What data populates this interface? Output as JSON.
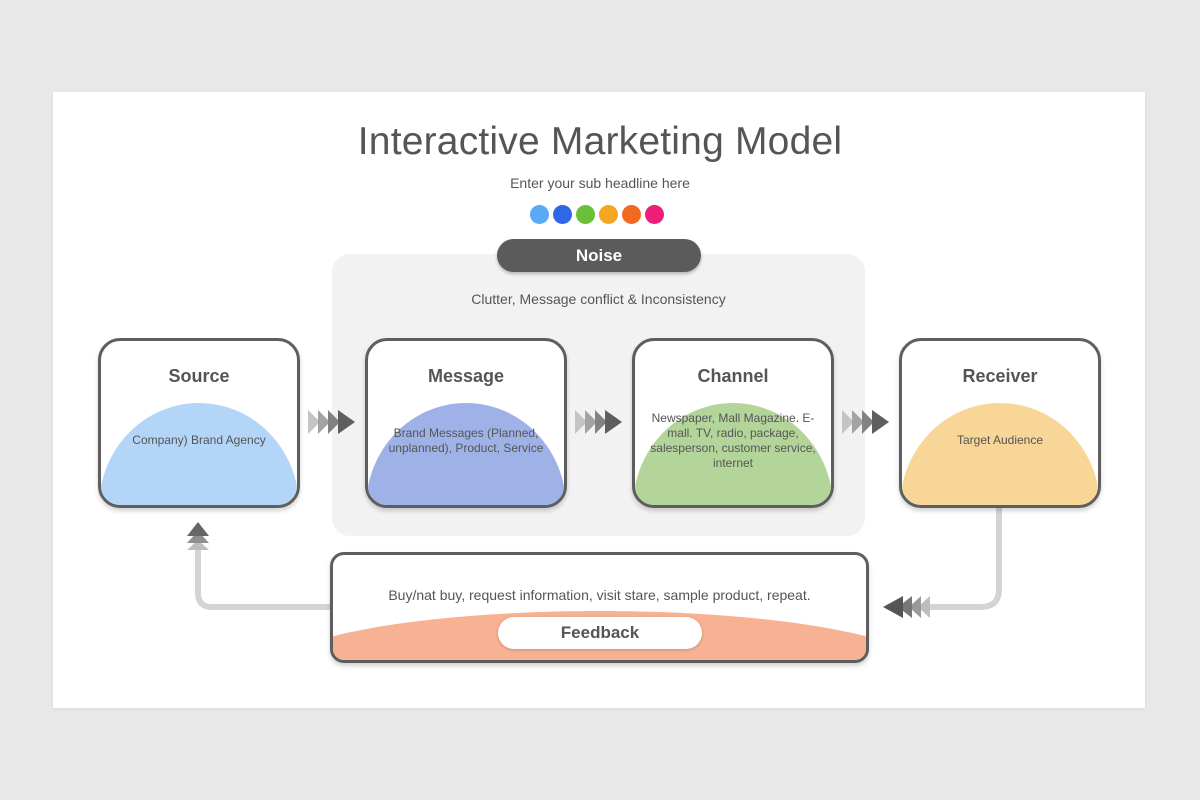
{
  "title": "Interactive Marketing Model",
  "subtitle": "Enter your sub headline here",
  "palette": [
    "#5aa9f5",
    "#2f67e8",
    "#6cbf3a",
    "#f5a623",
    "#f26a1f",
    "#ec1e7a"
  ],
  "noise": {
    "label": "Noise",
    "description": "Clutter, Message conflict & Inconsistency"
  },
  "nodes": [
    {
      "title": "Source",
      "text": "Company) Brand Agency",
      "color": "#b3d5f8"
    },
    {
      "title": "Message",
      "text": "Brand Messages (Planned, unplanned), Product, Service",
      "color": "#9fb2e8"
    },
    {
      "title": "Channel",
      "text": "Newspaper, Mall Magazine. E-mall. TV, radio, package, salesperson, customer service, internet",
      "color": "#b3d59a"
    },
    {
      "title": "Receiver",
      "text": "Target Audience",
      "color": "#f7d698"
    }
  ],
  "feedback": {
    "label": "Feedback",
    "text": "Buy/nat buy, request information, visit stare, sample product, repeat.",
    "color": "#f6b293"
  }
}
